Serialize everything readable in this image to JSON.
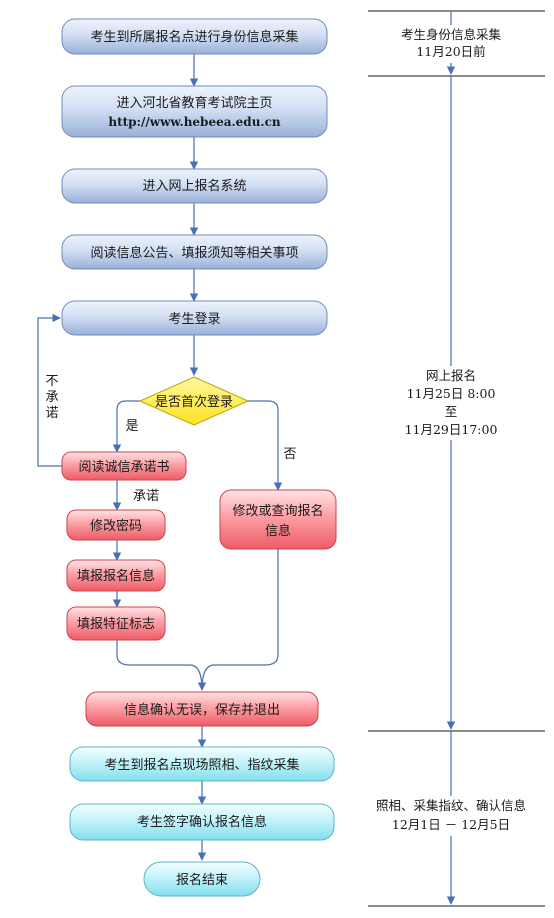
{
  "steps": {
    "s1": "考生到所属报名点进行身份信息采集",
    "s2_line1": "进入河北省教育考试院主页",
    "s2_line2": "http://www.hebeea.edu.cn",
    "s3": "进入网上报名系统",
    "s4": "阅读信息公告、填报须知等相关事项",
    "s5": "考生登录",
    "decision": "是否首次登录",
    "yes": "是",
    "no": "否",
    "no_promise": [
      "不",
      "承",
      "诺"
    ],
    "promise": "承诺",
    "read_pledge": "阅读诚信承诺书",
    "change_pwd": "修改密码",
    "fill_info": "填报报名信息",
    "fill_feature": "填报特征标志",
    "modify_line1": "修改或查询报名",
    "modify_line2": "信息",
    "confirm": "信息确认无误，保存并退出",
    "photo": "考生到报名点现场照相、指纹采集",
    "sign": "考生签字确认报名信息",
    "end": "报名结束"
  },
  "timeline": {
    "phase1_title": "考生身份信息采集",
    "phase1_date": "11月20日前",
    "phase2_title": "网上报名",
    "phase2_start": "11月25日 8:00",
    "phase2_to": "至",
    "phase2_end": "11月29日17:00",
    "phase3_title": "照相、采集指纹、确认信息",
    "phase3_date": "12月1日 － 12月5日"
  },
  "colors": {
    "blue_box_top": "#e6eefa",
    "blue_box_bottom": "#9db4da",
    "blue_border": "#6f8bbd",
    "red_box_top": "#ffd2d6",
    "red_box_bottom": "#f0616b",
    "red_border": "#c9444e",
    "yellow_fill": "#ffe93a",
    "yellow_border": "#b8a600",
    "cyan_box_top": "#eafcff",
    "cyan_box_bottom": "#87e2f0",
    "cyan_border": "#5fb4c4",
    "arrow": "#4a6fb5"
  }
}
